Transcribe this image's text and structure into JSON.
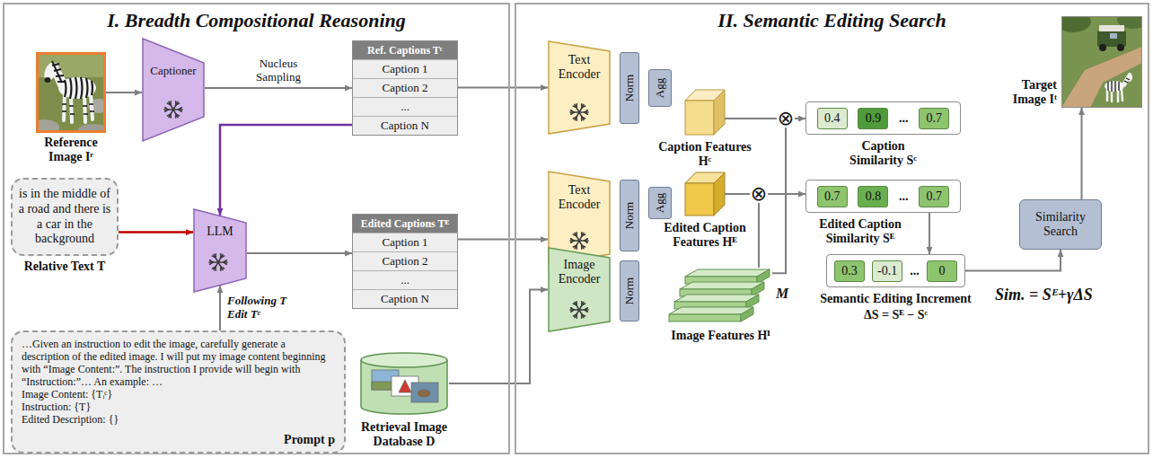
{
  "diagram": {
    "nodes": [
      {
        "text": [
          "I. Breadth Compositional Reasoning"
        ]
      },
      {
        "text": [
          "Reference Image Iʳ"
        ],
        "in": 0
      },
      {
        "text": [
          "Captioner"
        ],
        "in": 0
      },
      {
        "text": [
          "Ref. Captions Tᶜ",
          "Caption 1",
          "Caption 2",
          "...",
          "Caption N"
        ],
        "in": 0
      },
      {
        "text": [
          "is in the middle of a road and there is a car in the background",
          "Relative Text T"
        ],
        "in": 0
      },
      {
        "text": [
          "LLM"
        ],
        "in": 0
      },
      {
        "text": [
          "Edited Captions Tᴱ",
          "Caption 1",
          "Caption 2",
          "...",
          "Caption N"
        ],
        "in": 0
      },
      {
        "text": [
          "…Given an instruction to edit the image, carefully generate a description of the edited image. I will put my image content beginning with “Image Content:”. The instruction I provide will begin with “Instruction:”… An example: …",
          "Image Content: {Tᵢᶜ}",
          "Instruction: {T}",
          "Edited Description: {}",
          "Prompt p"
        ],
        "in": 0
      },
      {
        "text": [
          "Retrieval Image Database D"
        ],
        "in": 0
      },
      {
        "text": [
          "II. Semantic Editing Search"
        ]
      },
      {
        "text": [
          "Text Encoder"
        ],
        "in": 9
      },
      {
        "text": [
          "Norm"
        ],
        "in": 9
      },
      {
        "text": [
          "Agg"
        ],
        "in": 9
      },
      {
        "text": [
          "Caption Features Hᶜ"
        ],
        "in": 9
      },
      {
        "text": [
          "⊗"
        ],
        "in": 9
      },
      {
        "text": [
          "0.4",
          "0.9",
          "...",
          "0.7",
          "Caption Similarity Sᶜ"
        ],
        "in": 9
      },
      {
        "text": [
          "Target Image Iᵗ"
        ],
        "in": 9
      },
      {
        "text": [
          "Text Encoder"
        ],
        "in": 9
      },
      {
        "text": [
          "Norm"
        ],
        "in": 9
      },
      {
        "text": [
          "Agg"
        ],
        "in": 9
      },
      {
        "text": [
          "Edited Caption Features Hᴱ"
        ],
        "in": 9
      },
      {
        "text": [
          "⊗"
        ],
        "in": 9
      },
      {
        "text": [
          "0.7",
          "0.8",
          "...",
          "0.7",
          "Edited Caption Similarity Sᴱ"
        ],
        "in": 9
      },
      {
        "text": [
          "Similarity Search"
        ],
        "in": 9
      },
      {
        "text": [
          "0.3",
          "-0.1",
          "...",
          "0",
          "Semantic Editing Increment",
          "ΔS = Sᴱ − Sᶜ"
        ],
        "in": 9
      },
      {
        "text": [
          "Image Encoder"
        ],
        "in": 9
      },
      {
        "text": [
          "Norm"
        ],
        "in": 9
      },
      {
        "text": [
          "M",
          "Image Features Hᴵ"
        ],
        "in": 9
      }
    ],
    "edges": [
      {
        "from": 1,
        "to": 2,
        "arrow": "to"
      },
      {
        "from": 2,
        "to": 3,
        "label": "Nucleus Sampling",
        "arrow": "to"
      },
      {
        "from": 3,
        "to": 5,
        "arrow": "to"
      },
      {
        "from": 4,
        "to": 5,
        "arrow": "to"
      },
      {
        "from": 7,
        "to": 5,
        "label": "Following T Edit Tᶜ",
        "arrow": "to"
      },
      {
        "from": 5,
        "to": 6,
        "arrow": "to"
      },
      {
        "from": 3,
        "to": 10,
        "arrow": "to"
      },
      {
        "from": 6,
        "to": 17,
        "arrow": "to"
      },
      {
        "from": 8,
        "to": 25,
        "arrow": "to"
      },
      {
        "from": 13,
        "to": 14,
        "arrow": "none"
      },
      {
        "from": 27,
        "to": 14,
        "arrow": "none"
      },
      {
        "from": 14,
        "to": 15,
        "arrow": "to"
      },
      {
        "from": 20,
        "to": 21,
        "arrow": "none"
      },
      {
        "from": 27,
        "to": 21,
        "arrow": "none"
      },
      {
        "from": 21,
        "to": 22,
        "arrow": "to"
      },
      {
        "from": 22,
        "to": 24,
        "arrow": "to"
      },
      {
        "from": 24,
        "to": 23,
        "arrow": "to"
      },
      {
        "from": 23,
        "to": 16,
        "arrow": "to"
      }
    ],
    "labels": [
      "Sim. = Sᴱ+γΔS"
    ]
  }
}
